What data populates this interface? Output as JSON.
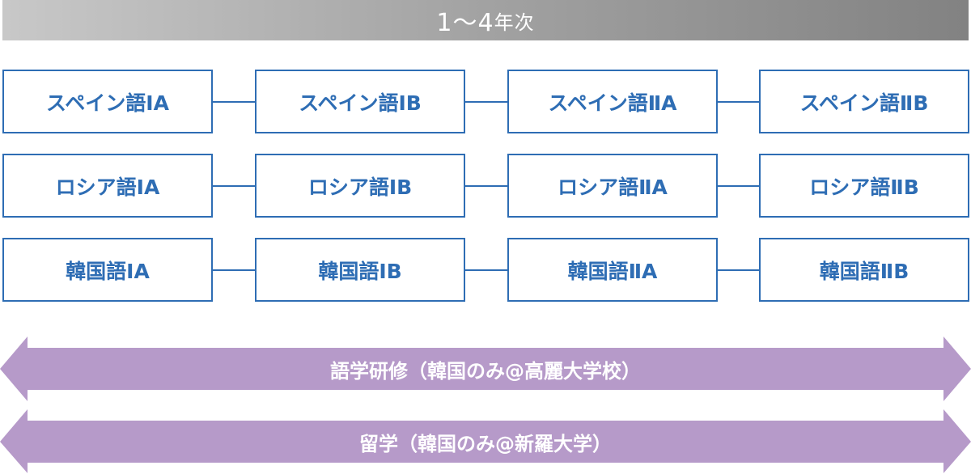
{
  "header": {
    "label": "1〜4",
    "suffix": "年次"
  },
  "rows": [
    {
      "name": "spanish",
      "courses": [
        "スペイン語ⅠA",
        "スペイン語ⅠB",
        "スペイン語ⅡA",
        "スペイン語ⅡB"
      ]
    },
    {
      "name": "russian",
      "courses": [
        "ロシア語ⅠA",
        "ロシア語ⅠB",
        "ロシア語ⅡA",
        "ロシア語ⅡB"
      ]
    },
    {
      "name": "korean",
      "courses": [
        "韓国語ⅠA",
        "韓国語ⅠB",
        "韓国語ⅡA",
        "韓国語ⅡB"
      ]
    }
  ],
  "arrows": [
    {
      "label": "語学研修（韓国のみ@高麗大学校）"
    },
    {
      "label": "留学（韓国のみ@新羅大学）"
    }
  ],
  "colors": {
    "box_border": "#2e6db4",
    "box_text": "#2e6db4",
    "arrow_fill": "#b69ac9",
    "header_text": "#ffffff"
  }
}
